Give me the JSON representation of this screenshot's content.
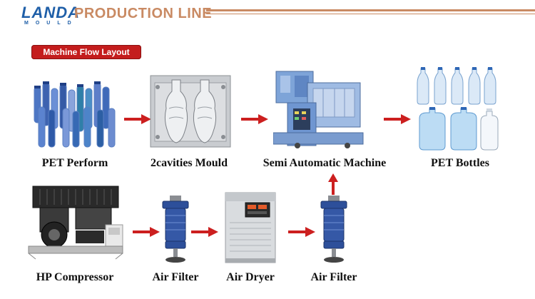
{
  "header": {
    "logo_main": "LANDA",
    "logo_sub": "MOULD",
    "title": "PRODUCTION LINE"
  },
  "badge": {
    "label": "Machine Flow Layout"
  },
  "nodes": {
    "pet_perform": "PET Perform",
    "cavities_mould": "2cavities Mould",
    "semi_machine": "Semi Automatic Machine",
    "pet_bottles": "PET Bottles",
    "hp_compressor": "HP Compressor",
    "air_filter_1": "Air Filter",
    "air_dryer": "Air Dryer",
    "air_filter_2": "Air Filter"
  },
  "colors": {
    "accent_brown": "#c98a63",
    "arrow_red": "#cc1f1f",
    "badge_red": "#c41d1d",
    "logo_blue": "#1f5fa8"
  }
}
